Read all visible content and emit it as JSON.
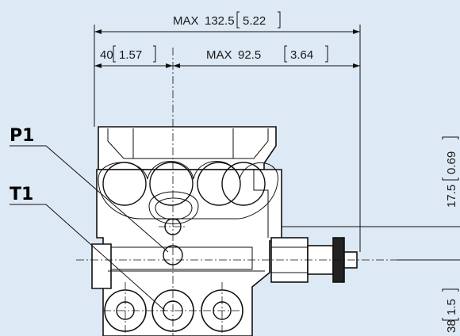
{
  "dimensions": {
    "overall": {
      "value": "132.5",
      "inch": "5.22",
      "prefix": "MAX"
    },
    "left": {
      "value": "40",
      "inch": "1.57"
    },
    "right": {
      "value": "92.5",
      "inch": "3.64",
      "prefix": "MAX"
    },
    "vertical_upper": {
      "value": "17.5",
      "inch": "0.69"
    },
    "vertical_lower": {
      "value": "38",
      "inch": "1.5"
    }
  },
  "ports": {
    "p1": "P1",
    "t1": "T1"
  },
  "colors": {
    "background": "#dde9f4",
    "line": "#111111",
    "part_fill": "#ffffff"
  }
}
